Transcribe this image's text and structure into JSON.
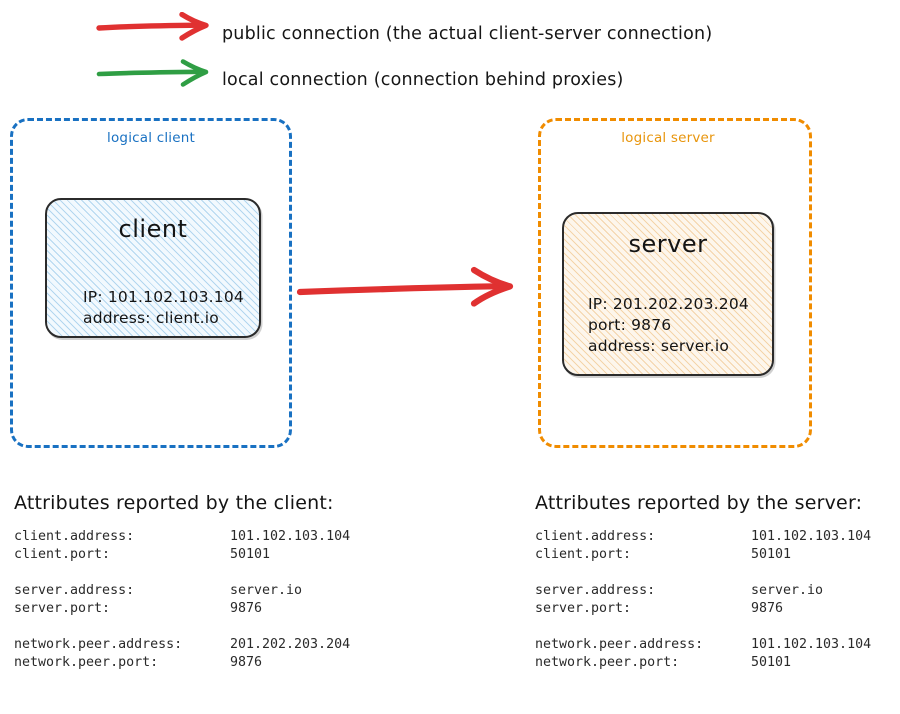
{
  "legend": {
    "items": [
      {
        "icon": "arrow-right-icon",
        "color": "#e03131",
        "label": "public connection (the actual client-server connection)"
      },
      {
        "icon": "arrow-right-icon",
        "color": "#2f9e44",
        "label": "local connection (connection behind proxies)"
      }
    ]
  },
  "diagram": {
    "connection_arrow": {
      "icon": "arrow-right-icon",
      "color": "#e03131",
      "from": "client",
      "to": "server",
      "kind": "public connection"
    },
    "client_group": {
      "label": "logical client",
      "border_color": "#1971c2",
      "node": {
        "title": "client",
        "lines": [
          "IP: 101.102.103.104",
          "address: client.io"
        ],
        "fill_color": "#f2f9fe",
        "hatch_color": "#7ebae3"
      }
    },
    "server_group": {
      "label": "logical server",
      "border_color": "#f08c00",
      "node": {
        "title": "server",
        "lines": [
          "IP: 201.202.203.204",
          "port: 9876",
          "address: server.io"
        ],
        "fill_color": "#fdf6ec",
        "hatch_color": "#ebae60"
      }
    }
  },
  "attributes": {
    "client_report": {
      "heading": "Attributes reported by the client:",
      "groups": [
        {
          "rows": [
            {
              "key": "client.address:",
              "value": "101.102.103.104"
            },
            {
              "key": "client.port:",
              "value": "50101"
            }
          ]
        },
        {
          "rows": [
            {
              "key": "server.address:",
              "value": "server.io"
            },
            {
              "key": "server.port:",
              "value": "9876"
            }
          ]
        },
        {
          "rows": [
            {
              "key": "network.peer.address:",
              "value": "201.202.203.204"
            },
            {
              "key": "network.peer.port:",
              "value": "9876"
            }
          ]
        }
      ]
    },
    "server_report": {
      "heading": "Attributes reported by the server:",
      "groups": [
        {
          "rows": [
            {
              "key": "client.address:",
              "value": "101.102.103.104"
            },
            {
              "key": "client.port:",
              "value": "50101"
            }
          ]
        },
        {
          "rows": [
            {
              "key": "server.address:",
              "value": "server.io"
            },
            {
              "key": "server.port:",
              "value": "9876"
            }
          ]
        },
        {
          "rows": [
            {
              "key": "network.peer.address:",
              "value": "101.102.103.104"
            },
            {
              "key": "network.peer.port:",
              "value": "50101"
            }
          ]
        }
      ]
    }
  }
}
